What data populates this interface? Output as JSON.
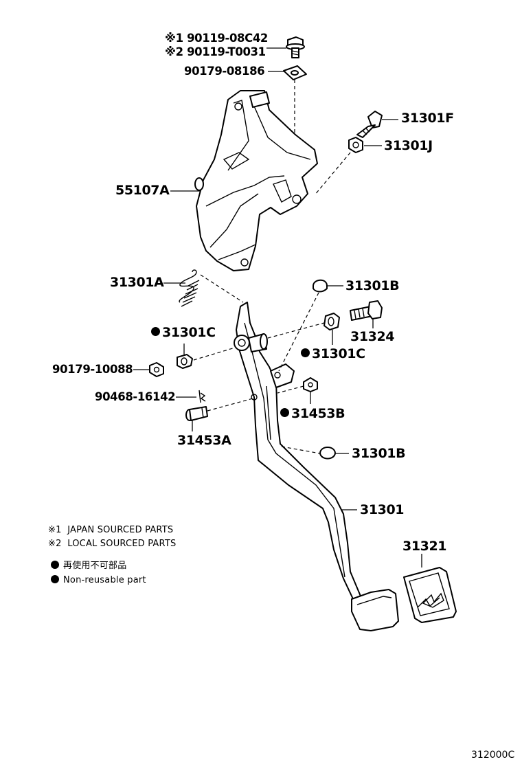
{
  "labels": {
    "bolt_jp": "90119-08C42",
    "bolt_jp_mark": "※1",
    "bolt_local": "90119-T0031",
    "bolt_local_mark": "※2",
    "nut_plate": "90179-08186",
    "bracket": "55107A",
    "bolt_f": "31301F",
    "nut_j": "31301J",
    "spring": "31301A",
    "stopper_top": "31301B",
    "bushing_left": "31301C",
    "bushing_right": "31301C",
    "bolt_pivot": "31324",
    "nut_pivot": "90179-10088",
    "clip": "90468-16142",
    "pin": "31453A",
    "pin_nut": "31453B",
    "stopper_mid": "31301B",
    "pedal_arm": "31301",
    "pedal_pad": "31321"
  },
  "notes": {
    "mark1": "※1",
    "japan": "JAPAN SOURCED PARTS",
    "mark2": "※2",
    "local": "LOCAL SOURCED PARTS",
    "nonreuse_jp": "再使用不可部品",
    "nonreuse_en": "Non-reusable part"
  },
  "diagram_code": "312000C"
}
